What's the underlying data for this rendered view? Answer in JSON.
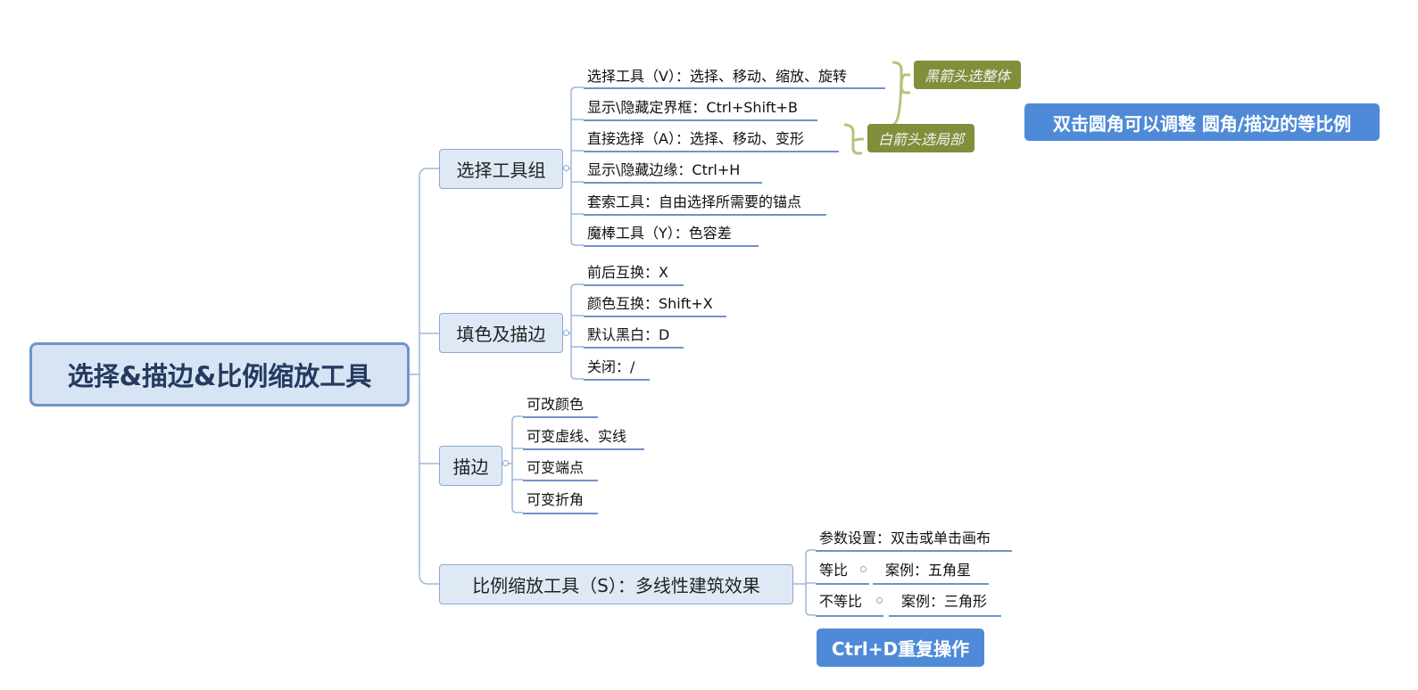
{
  "root": {
    "label": "选择&描边&比例缩放工具"
  },
  "branches": [
    {
      "label": "选择工具组",
      "leaves": [
        "选择工具（V）：选择、移动、缩放、旋转",
        "显示\\隐藏定界框：Ctrl+Shift+B",
        "直接选择（A）：选择、移动、变形",
        "显示\\隐藏边缘：Ctrl+H",
        "套索工具：自由选择所需要的锚点",
        "魔棒工具（Y）：色容差"
      ],
      "callouts": [
        "黑箭头选整体",
        "白箭头选局部"
      ]
    },
    {
      "label": "填色及描边",
      "leaves": [
        "前后互换：X",
        "颜色互换：Shift+X",
        "默认黑白：D",
        "关闭：/"
      ]
    },
    {
      "label": "描边",
      "leaves": [
        "可改颜色",
        "可变虚线、实线",
        "可变端点",
        "可变折角"
      ]
    },
    {
      "label": "比例缩放工具（S）：多线性建筑效果",
      "leaves": [
        "参数设置：双击或单击画布",
        "等比",
        "不等比"
      ],
      "sub_leaves": [
        "案例：五角星",
        "案例：三角形"
      ]
    }
  ],
  "notes": {
    "top_right": "双击圆角可以调整 圆角/描边的等比例",
    "bottom": "Ctrl+D重复操作"
  },
  "colors": {
    "branch_line": "#8aa8d2",
    "underline": "#6f93c8",
    "callout_olive": "#7f8f3a",
    "note_blue": "#4f8ad8"
  }
}
